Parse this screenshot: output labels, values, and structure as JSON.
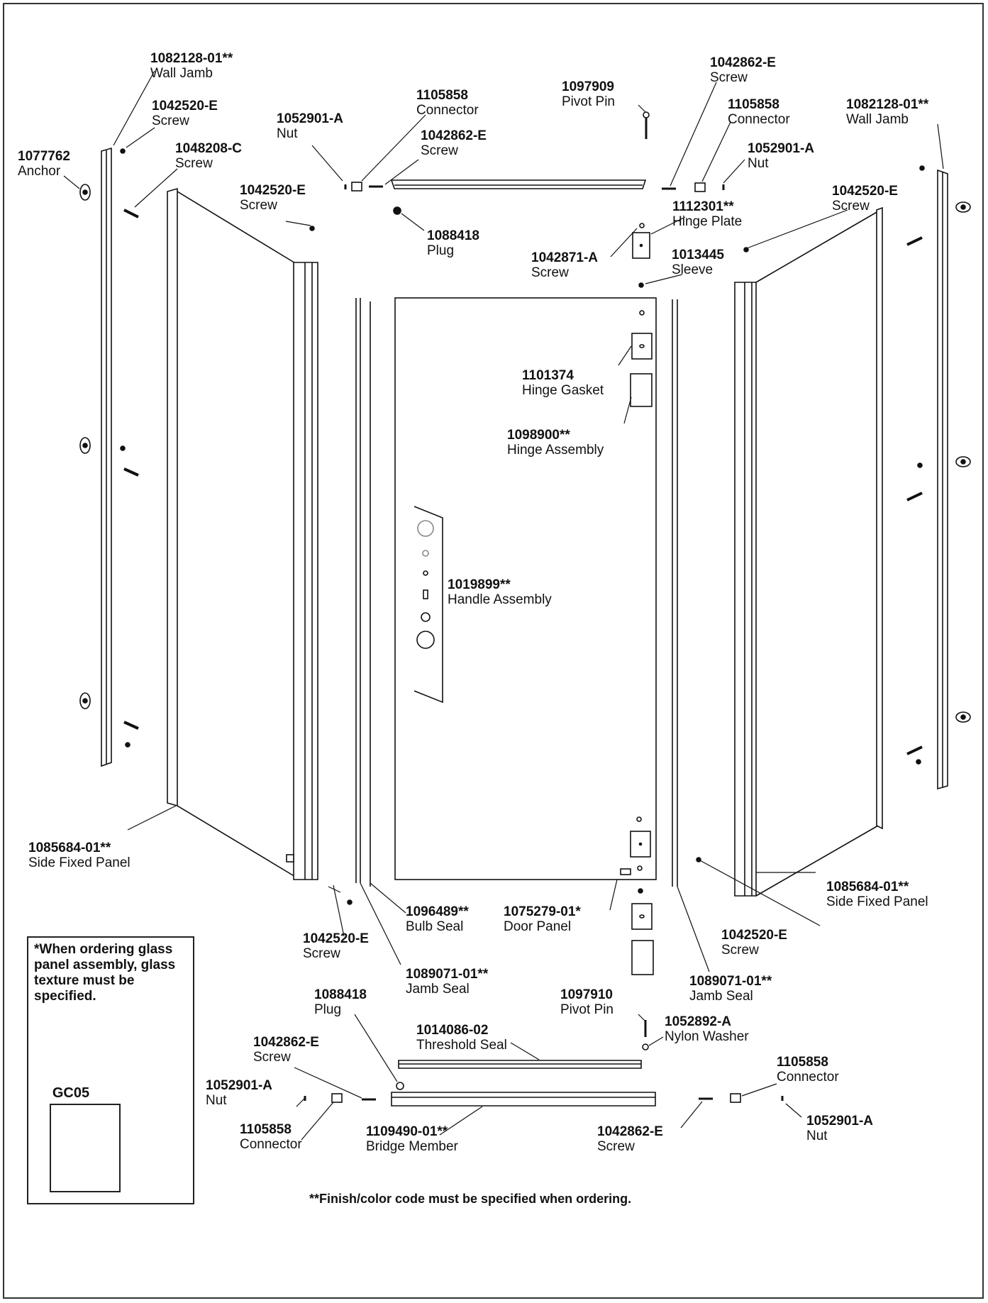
{
  "labels": {
    "wall_jamb_left": {
      "pn": "1082128-01**",
      "nm": "Wall Jamb"
    },
    "screw_1042520_tl": {
      "pn": "1042520-E",
      "nm": "Screw"
    },
    "anchor": {
      "pn": "1077762",
      "nm": "Anchor"
    },
    "screw_1048208": {
      "pn": "1048208-C",
      "nm": "Screw"
    },
    "nut_top_left": {
      "pn": "1052901-A",
      "nm": "Nut"
    },
    "connector_top_left": {
      "pn": "1105858",
      "nm": "Connector"
    },
    "screw_1042862_tl": {
      "pn": "1042862-E",
      "nm": "Screw"
    },
    "pivot_pin_top": {
      "pn": "1097909",
      "nm": "Pivot Pin"
    },
    "screw_1042862_tr": {
      "pn": "1042862-E",
      "nm": "Screw"
    },
    "connector_top_right": {
      "pn": "1105858",
      "nm": "Connector"
    },
    "nut_top_right": {
      "pn": "1052901-A",
      "nm": "Nut"
    },
    "wall_jamb_right": {
      "pn": "1082128-01**",
      "nm": "Wall Jamb"
    },
    "screw_1042520_left_panel": {
      "pn": "1042520-E",
      "nm": "Screw"
    },
    "plug_top": {
      "pn": "1088418",
      "nm": "Plug"
    },
    "hinge_plate": {
      "pn": "1112301**",
      "nm": "Hinge Plate"
    },
    "screw_1042871": {
      "pn": "1042871-A",
      "nm": "Screw"
    },
    "sleeve": {
      "pn": "1013445",
      "nm": "Sleeve"
    },
    "screw_1042520_right_panel": {
      "pn": "1042520-E",
      "nm": "Screw"
    },
    "hinge_gasket": {
      "pn": "1101374",
      "nm": "Hinge Gasket"
    },
    "hinge_assembly": {
      "pn": "1098900**",
      "nm": "Hinge Assembly"
    },
    "handle_assembly": {
      "pn": "1019899**",
      "nm": "Handle Assembly"
    },
    "side_panel_left": {
      "pn": "1085684-01**",
      "nm": "Side Fixed Panel"
    },
    "side_panel_right": {
      "pn": "1085684-01**",
      "nm": "Side Fixed Panel"
    },
    "bulb_seal": {
      "pn": "1096489**",
      "nm": "Bulb Seal"
    },
    "door_panel": {
      "pn": "1075279-01*",
      "nm": "Door Panel"
    },
    "screw_1042520_bl": {
      "pn": "1042520-E",
      "nm": "Screw"
    },
    "screw_1042520_br": {
      "pn": "1042520-E",
      "nm": "Screw"
    },
    "jamb_seal_left": {
      "pn": "1089071-01**",
      "nm": "Jamb Seal"
    },
    "jamb_seal_right": {
      "pn": "1089071-01**",
      "nm": "Jamb Seal"
    },
    "plug_bottom": {
      "pn": "1088418",
      "nm": "Plug"
    },
    "pivot_pin_bottom": {
      "pn": "1097910",
      "nm": "Pivot Pin"
    },
    "nylon_washer": {
      "pn": "1052892-A",
      "nm": "Nylon Washer"
    },
    "threshold_seal": {
      "pn": "1014086-02",
      "nm": "Threshold Seal"
    },
    "screw_1042862_bl": {
      "pn": "1042862-E",
      "nm": "Screw"
    },
    "connector_bottom_right": {
      "pn": "1105858",
      "nm": "Connector"
    },
    "nut_bottom_left": {
      "pn": "1052901-A",
      "nm": "Nut"
    },
    "nut_bottom_right": {
      "pn": "1052901-A",
      "nm": "Nut"
    },
    "connector_bottom_left": {
      "pn": "1105858",
      "nm": "Connector"
    },
    "bridge_member": {
      "pn": "1109490-01**",
      "nm": "Bridge Member"
    },
    "screw_1042862_br": {
      "pn": "1042862-E",
      "nm": "Screw"
    }
  },
  "note": "*When ordering glass panel assembly, glass texture must be specified.",
  "gc_code": "GC05",
  "footnote": "**Finish/color code must be specified when ordering."
}
